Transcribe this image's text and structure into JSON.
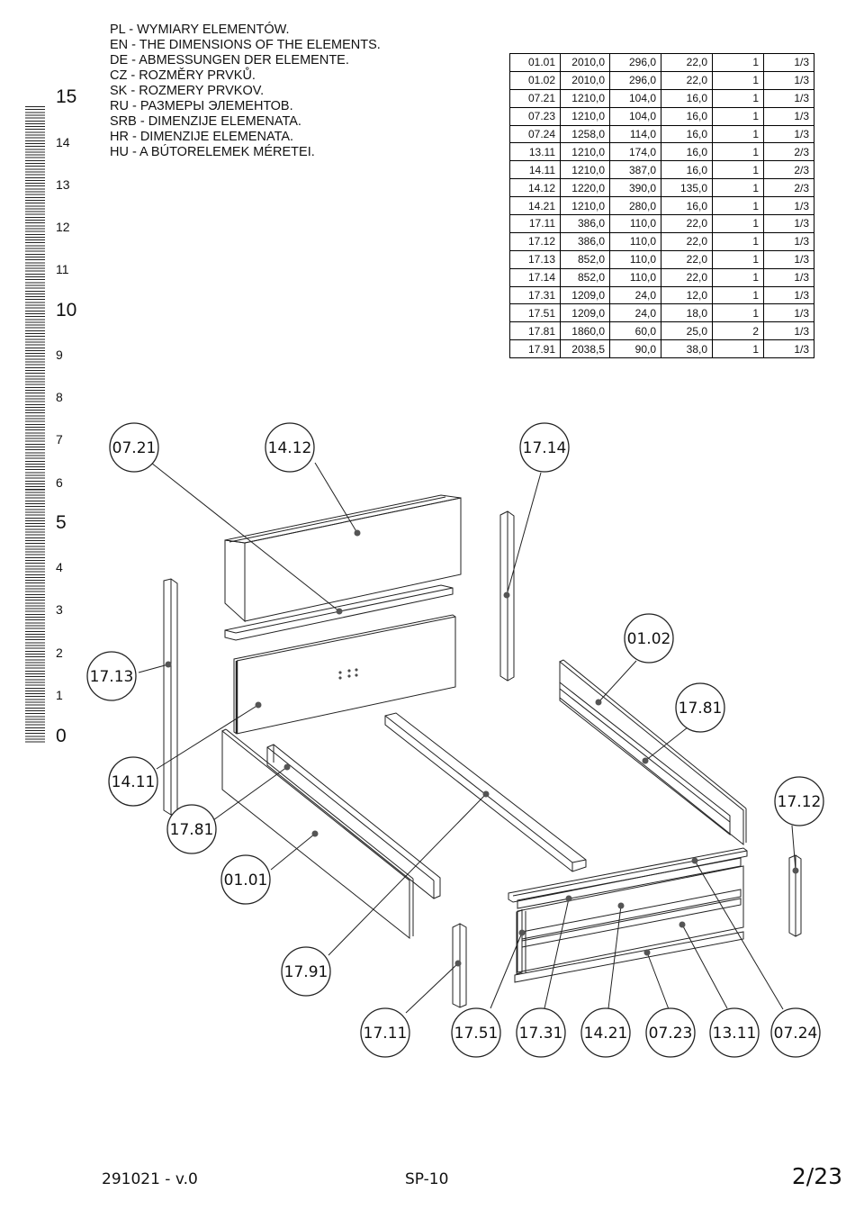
{
  "headings": [
    "PL - WYMIARY ELEMENTÓW.",
    "EN - THE DIMENSIONS OF THE ELEMENTS.",
    "DE - ABMESSUNGEN DER ELEMENTE.",
    "CZ - ROZMĚRY PRVKŮ.",
    "SK - ROZMERY PRVKOV.",
    "RU - РАЗМЕРЫ ЭЛЕМЕНТОВ.",
    "SRB - DIMENZIJE ELEMENATA.",
    "HR - DIMENZIJE ELEMENATA.",
    "HU - A BÚTORELEMEK MÉRETEI."
  ],
  "ruler": [
    "15",
    "14",
    "13",
    "12",
    "11",
    "10",
    "9",
    "8",
    "7",
    "6",
    "5",
    "4",
    "3",
    "2",
    "1",
    "0"
  ],
  "table": [
    [
      "01.01",
      "2010,0",
      "296,0",
      "22,0",
      "1",
      "1/3"
    ],
    [
      "01.02",
      "2010,0",
      "296,0",
      "22,0",
      "1",
      "1/3"
    ],
    [
      "07.21",
      "1210,0",
      "104,0",
      "16,0",
      "1",
      "1/3"
    ],
    [
      "07.23",
      "1210,0",
      "104,0",
      "16,0",
      "1",
      "1/3"
    ],
    [
      "07.24",
      "1258,0",
      "114,0",
      "16,0",
      "1",
      "1/3"
    ],
    [
      "13.11",
      "1210,0",
      "174,0",
      "16,0",
      "1",
      "2/3"
    ],
    [
      "14.11",
      "1210,0",
      "387,0",
      "16,0",
      "1",
      "2/3"
    ],
    [
      "14.12",
      "1220,0",
      "390,0",
      "135,0",
      "1",
      "2/3"
    ],
    [
      "14.21",
      "1210,0",
      "280,0",
      "16,0",
      "1",
      "1/3"
    ],
    [
      "17.11",
      "386,0",
      "110,0",
      "22,0",
      "1",
      "1/3"
    ],
    [
      "17.12",
      "386,0",
      "110,0",
      "22,0",
      "1",
      "1/3"
    ],
    [
      "17.13",
      "852,0",
      "110,0",
      "22,0",
      "1",
      "1/3"
    ],
    [
      "17.14",
      "852,0",
      "110,0",
      "22,0",
      "1",
      "1/3"
    ],
    [
      "17.31",
      "1209,0",
      "24,0",
      "12,0",
      "1",
      "1/3"
    ],
    [
      "17.51",
      "1209,0",
      "24,0",
      "18,0",
      "1",
      "1/3"
    ],
    [
      "17.81",
      "1860,0",
      "60,0",
      "25,0",
      "2",
      "1/3"
    ],
    [
      "17.91",
      "2038,5",
      "90,0",
      "38,0",
      "1",
      "1/3"
    ]
  ],
  "labels": {
    "l0721": "07.21",
    "l1412": "14.12",
    "l1714": "17.14",
    "l0102": "01.02",
    "l1713": "17.13",
    "l1781a": "17.81",
    "l1411": "14.11",
    "l1781b": "17.81",
    "l1712": "17.12",
    "l0101": "01.01",
    "l1791": "17.91",
    "l1711": "17.11",
    "l1751": "17.51",
    "l1731": "17.31",
    "l1421": "14.21",
    "l0723": "07.23",
    "l1311": "13.11",
    "l0724": "07.24"
  },
  "footer": {
    "code": "291021 - v.0",
    "model": "SP-10",
    "page": "2/23"
  }
}
